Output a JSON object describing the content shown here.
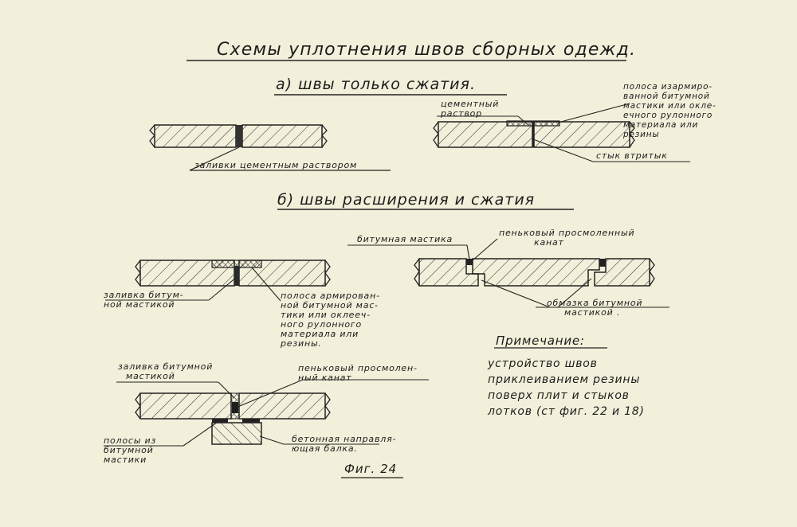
{
  "title": "Схемы уплотнения швов сборных одежд.",
  "section_a": {
    "heading": "а) швы только сжатия.",
    "left_label": "заливки цементным раствором",
    "cement_label": [
      "цементный",
      "раствор"
    ],
    "strip_label": [
      "полоса изармиро-",
      "ванной битумной",
      "мастики или окле-",
      "ечного рулонного",
      "материала или",
      "резины"
    ],
    "butt_label": "стык втритык"
  },
  "section_b": {
    "heading": "б) швы расширения и сжатия",
    "left_fill_label": [
      "заливка битум-",
      "ной мастикой"
    ],
    "left_strip_label": [
      "полоса армирован-",
      "ной битумной мас-",
      "тики или оклееч-",
      "ного рулонного",
      "материала или",
      "резины."
    ],
    "mastic_label": "битумная мастика",
    "rope_label": [
      "пеньковый просмоленный",
      "канат"
    ],
    "coating_label": [
      "обмазка битумной",
      "мастикой ."
    ],
    "bottom_fill_label": [
      "заливка битумной",
      "мастикой"
    ],
    "bottom_rope_label": [
      "пеньковый просмолен-",
      "ный канат"
    ],
    "strips_label": [
      "полосы из",
      "битумной",
      "мастики"
    ],
    "beam_label": [
      "бетонная направля-",
      "ющая балка."
    ]
  },
  "note": {
    "heading": "Примечание:",
    "lines": [
      "устройство швов",
      "приклеиванием резины",
      "поверх плит и стыков",
      "лотков (ст фиг. 22 и 18)"
    ]
  },
  "figure_label": "Фиг. 24"
}
